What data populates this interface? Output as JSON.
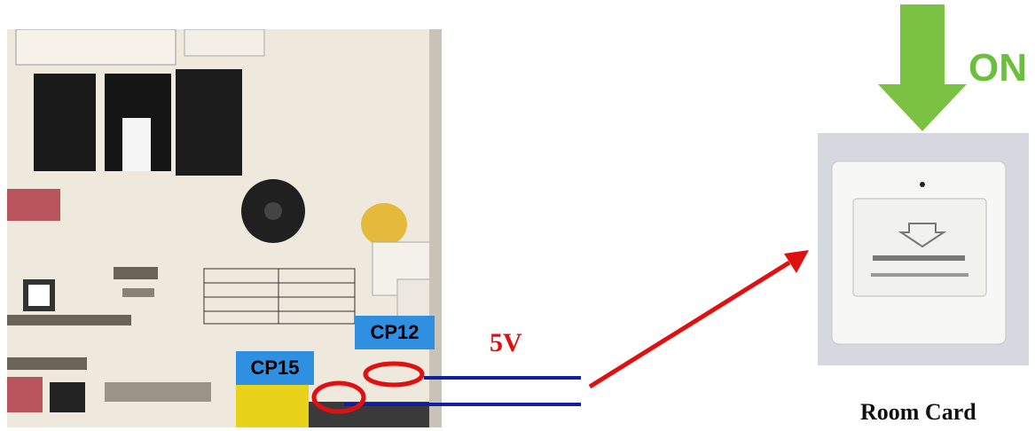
{
  "labels": {
    "cp12": "CP12",
    "cp15": "CP15",
    "voltage": "5V",
    "state": "ON",
    "device": "Room Card"
  },
  "colors": {
    "label_box": "#2f8fe0",
    "voltage_text": "#e01010",
    "on_arrow": "#7cc242",
    "wire": "#1020a0",
    "highlight_circle": "#e01010",
    "pointer_arrow": "#e01010"
  },
  "icons": [
    "pcb-photo",
    "room-card-switch-photo",
    "down-arrow-icon",
    "pointer-arrow-icon"
  ]
}
